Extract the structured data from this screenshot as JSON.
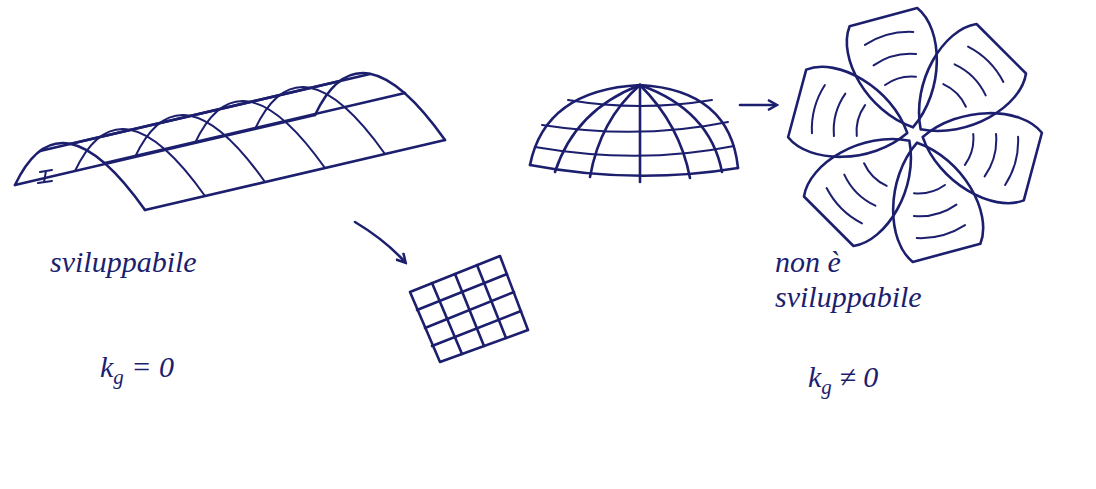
{
  "diagram": {
    "labels": [
      "sviluppabile",
      "kg = 0",
      "non è sviluppabile",
      "kg ≠ 0"
    ]
  }
}
